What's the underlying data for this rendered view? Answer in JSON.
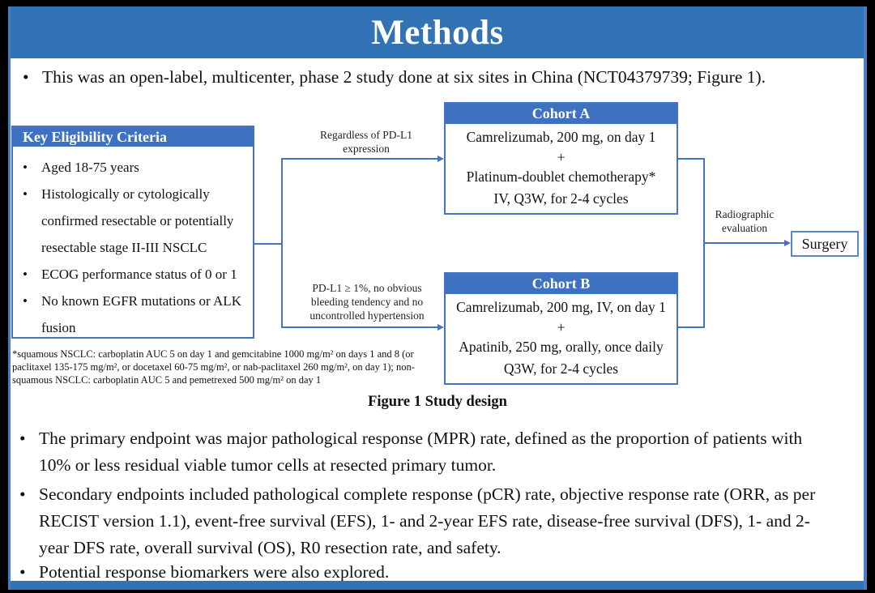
{
  "title": "Methods",
  "glyphs": {
    "bullet": "•"
  },
  "intro_bullet": "This was an open-label, multicenter, phase 2 study done at six sites in China (NCT04379739; Figure 1).",
  "figure": {
    "eligibility": {
      "header": "Key  Eligibility Criteria",
      "items": [
        "Aged 18-75 years",
        "Histologically or cytologically confirmed resectable or potentially resectable stage II-III  NSCLC",
        "ECOG performance status of 0 or 1",
        "No known EGFR mutations or ALK fusion"
      ]
    },
    "branch_labels": {
      "top": "Regardless of PD-L1 expression",
      "bottom": "PD-L1 ≥ 1%, no obvious bleeding tendency and no uncontrolled hypertension"
    },
    "cohort_a": {
      "header": "Cohort A",
      "lines": [
        "Camrelizumab, 200 mg, on day 1",
        "+",
        "Platinum-doublet chemotherapy*",
        "IV, Q3W, for 2-4 cycles"
      ]
    },
    "cohort_b": {
      "header": "Cohort B",
      "lines": [
        "Camrelizumab, 200 mg, IV, on day 1",
        "+",
        "Apatinib, 250 mg, orally, once daily",
        "Q3W, for 2-4 cycles"
      ]
    },
    "evaluation_label": "Radiographic evaluation",
    "surgery_label": "Surgery",
    "footnote": "*squamous NSCLC: carboplatin AUC 5 on day 1 and gemcitabine 1000 mg/m² on days 1 and 8 (or paclitaxel 135-175 mg/m², or docetaxel 60-75 mg/m², or nab-paclitaxel 260 mg/m², on day 1); non-squamous NSCLC: carboplatin AUC 5 and pemetrexed 500 mg/m² on day 1",
    "caption": "Figure 1 Study design"
  },
  "bullets": [
    "The primary endpoint was major pathological response (MPR) rate, defined as the proportion of patients with 10% or less residual viable tumor cells at resected primary tumor.",
    "Secondary endpoints included pathological complete response (pCR) rate, objective response rate (ORR, as per RECIST version 1.1), event-free survival (EFS), 1- and 2-year EFS rate, disease-free survival (DFS), 1- and 2-year DFS rate, overall survival (OS), R0 resection rate, and safety.",
    "Potential response biomarkers were also explored."
  ],
  "colors": {
    "banner_blue": "#3173b5",
    "box_header_blue": "#3e72c0",
    "line_blue": "#4472c4",
    "background": "#000000",
    "slide": "#ffffff"
  }
}
